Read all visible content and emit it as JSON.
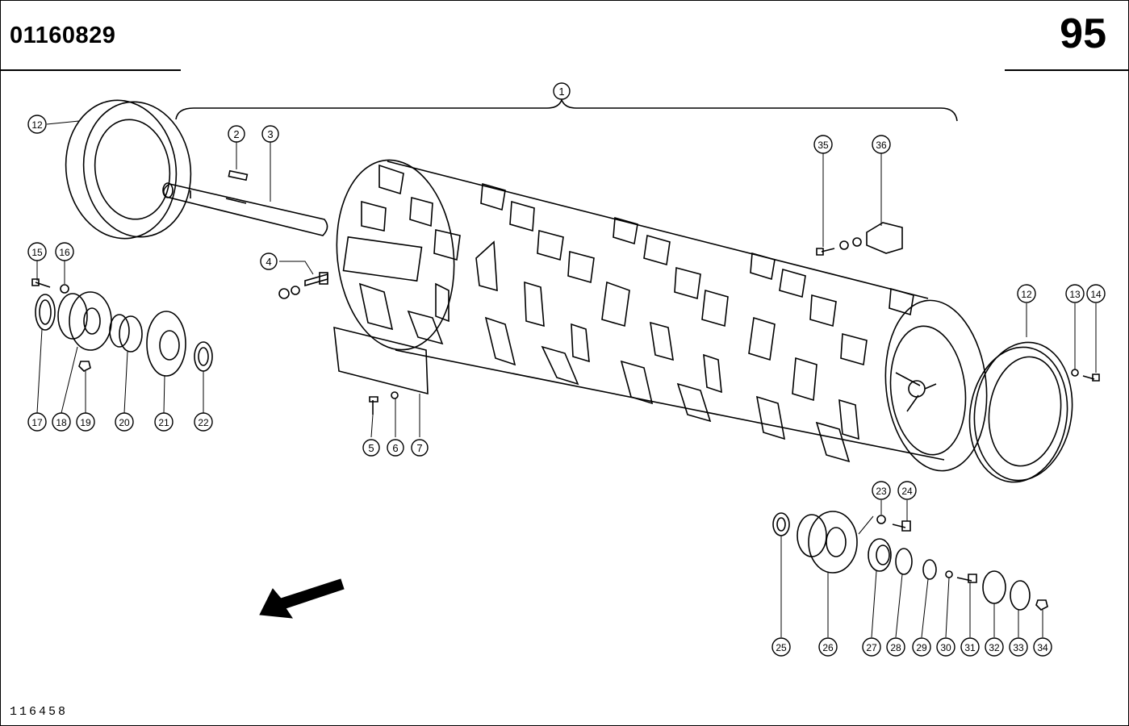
{
  "header": {
    "part_number": "01160829",
    "page_number": "95"
  },
  "footer": {
    "drawing_number": "116458"
  },
  "callouts": [
    "1",
    "2",
    "3",
    "4",
    "5",
    "6",
    "7",
    "12",
    "12",
    "13",
    "14",
    "15",
    "16",
    "17",
    "18",
    "19",
    "20",
    "21",
    "22",
    "23",
    "24",
    "25",
    "26",
    "27",
    "28",
    "29",
    "30",
    "31",
    "32",
    "33",
    "34",
    "35",
    "36"
  ],
  "icons": {
    "direction_arrow": "arrow-down-left-icon"
  }
}
